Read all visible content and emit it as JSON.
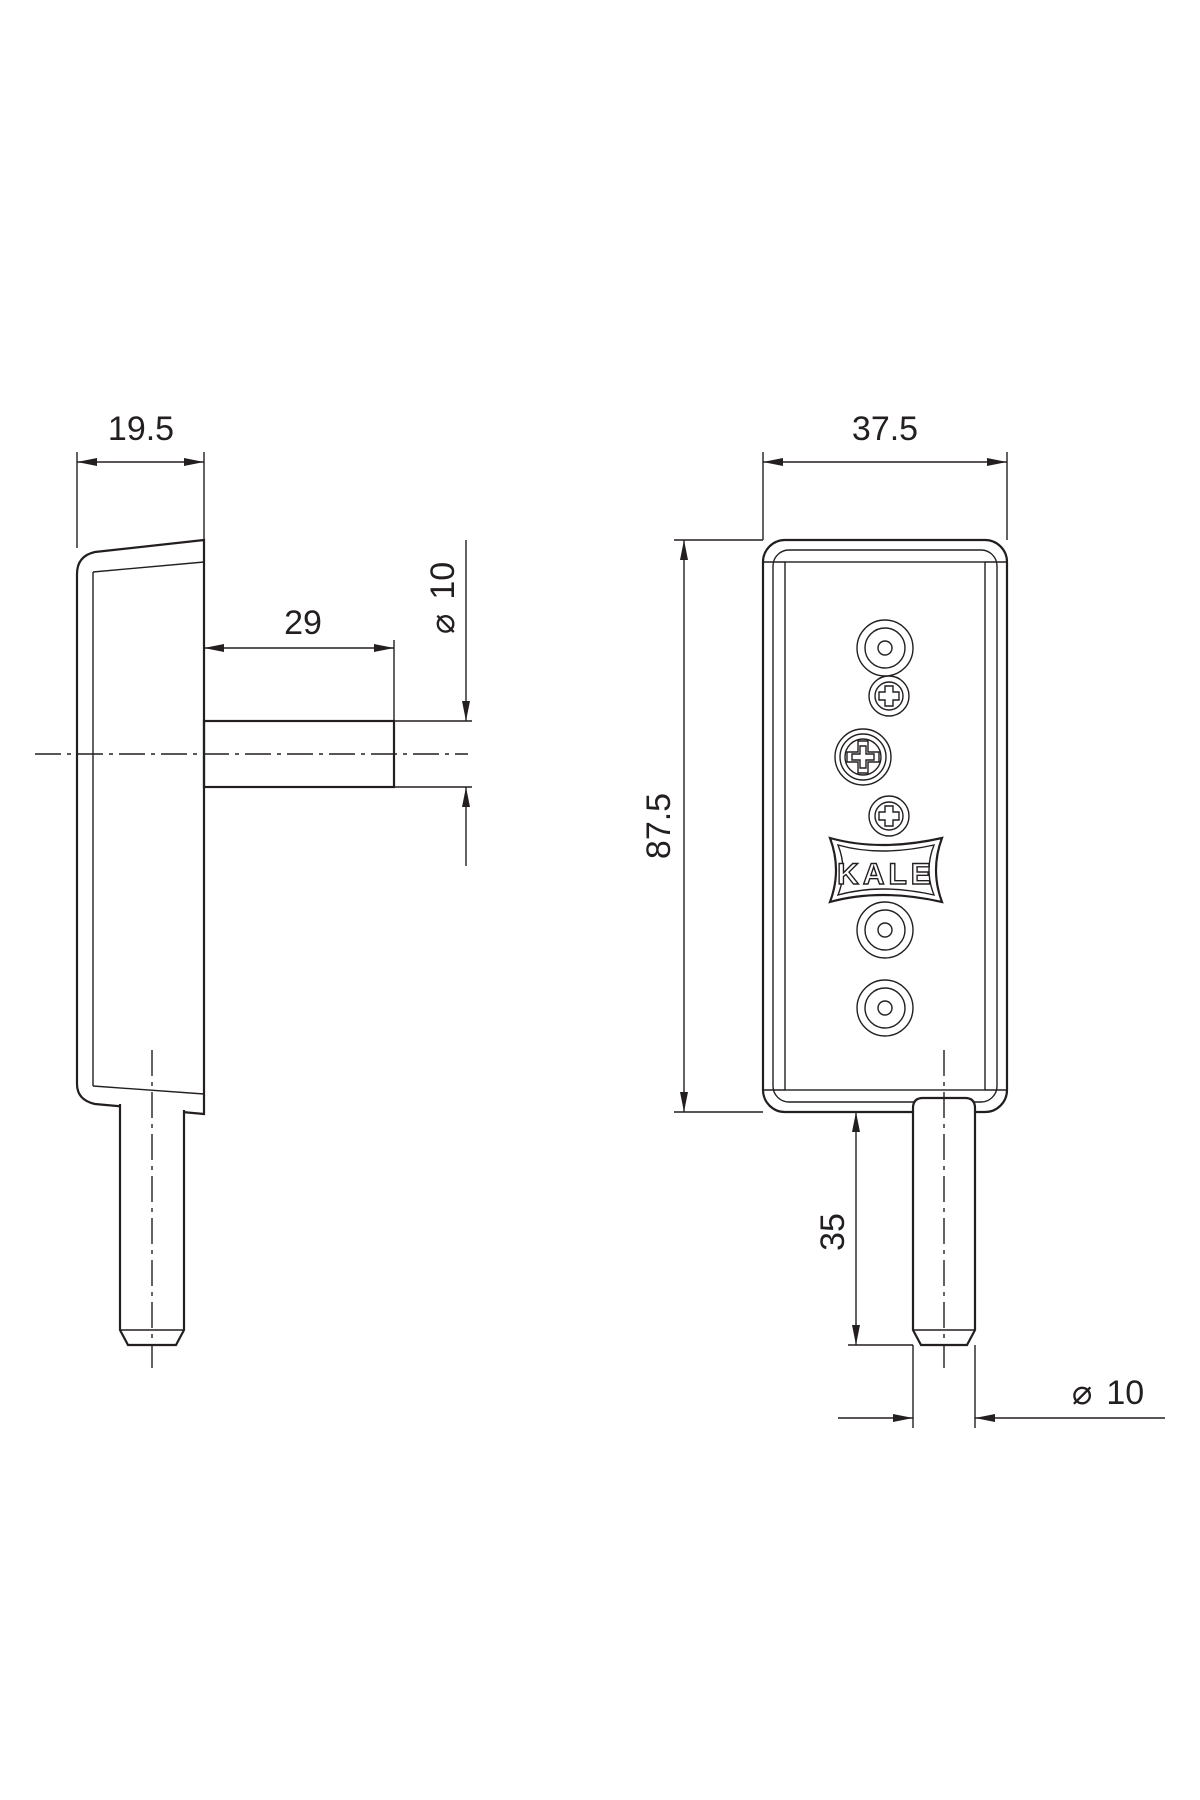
{
  "dimensions": {
    "side_width": "19.5",
    "pin_length": "29",
    "pin_diameter_side": "10",
    "front_width": "37.5",
    "front_height": "87.5",
    "pin_length_bottom": "35",
    "pin_diameter_bottom": "10"
  },
  "symbols": {
    "diameter": "⌀"
  },
  "logo": {
    "text": "KALE"
  },
  "colors": {
    "line": "#231f20",
    "background": "#ffffff"
  }
}
